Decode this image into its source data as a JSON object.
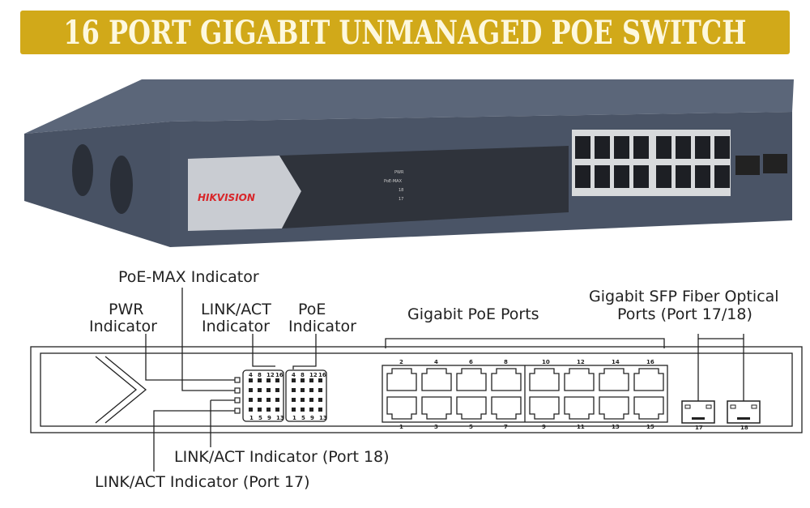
{
  "title": "16 PORT GIGABIT UNMANAGED POE SWITCH",
  "photo": {
    "brand": "HIKVISION",
    "led_labels": [
      "PWR",
      "PoE-MAX",
      "18",
      "17"
    ],
    "colors": {
      "body": "#4f5a6e",
      "front": "#3c4350",
      "brand_red": "#d8262a"
    }
  },
  "labels": {
    "poe_max": "PoE-MAX Indicator",
    "pwr_line1": "PWR",
    "pwr_line2": "Indicator",
    "linkact_line1": "LINK/ACT",
    "linkact_line2": "Indicator",
    "poe_line1": "PoE",
    "poe_line2": "Indicator",
    "gigabit_poe": "Gigabit PoE Ports",
    "sfp_line1": "Gigabit SFP Fiber Optical",
    "sfp_line2": "Ports (Port 17/18)",
    "port18": "LINK/ACT Indicator (Port 18)",
    "port17": "LINK/ACT Indicator (Port 17)"
  },
  "diagram": {
    "led_top_numbers": [
      "4",
      "8",
      "12",
      "16"
    ],
    "led_bottom_numbers": [
      "1",
      "5",
      "9",
      "13"
    ],
    "ports_top": [
      "2",
      "4",
      "6",
      "8",
      "10",
      "12",
      "14",
      "16"
    ],
    "ports_bottom": [
      "1",
      "3",
      "5",
      "7",
      "9",
      "11",
      "13",
      "15"
    ],
    "sfp_ports": [
      "17",
      "18"
    ]
  },
  "colors": {
    "banner": "#d1a919",
    "banner_text": "#fdf8de"
  }
}
